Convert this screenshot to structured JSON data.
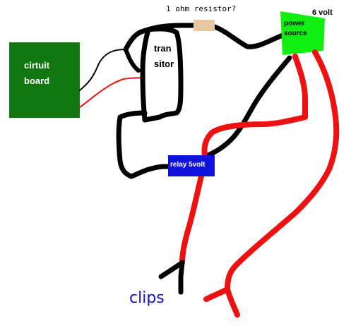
{
  "labels": {
    "circuit_board_line1": "cirtuit",
    "circuit_board_line2": "board",
    "transistor_line1": "tran",
    "transistor_line2": "sitor",
    "resistor": "1 ohm resistor?",
    "power_line1": "power",
    "power_line2": "source",
    "voltage": "6 volt",
    "relay": "relay 5volt",
    "clips": "clips"
  },
  "colors": {
    "board": "#117711",
    "power": "#11ee11",
    "relay": "#1111dd",
    "resistor": "#e8c8a0",
    "wire_black": "#000000",
    "wire_red": "#ee1111",
    "clips_text": "#1111cc"
  }
}
